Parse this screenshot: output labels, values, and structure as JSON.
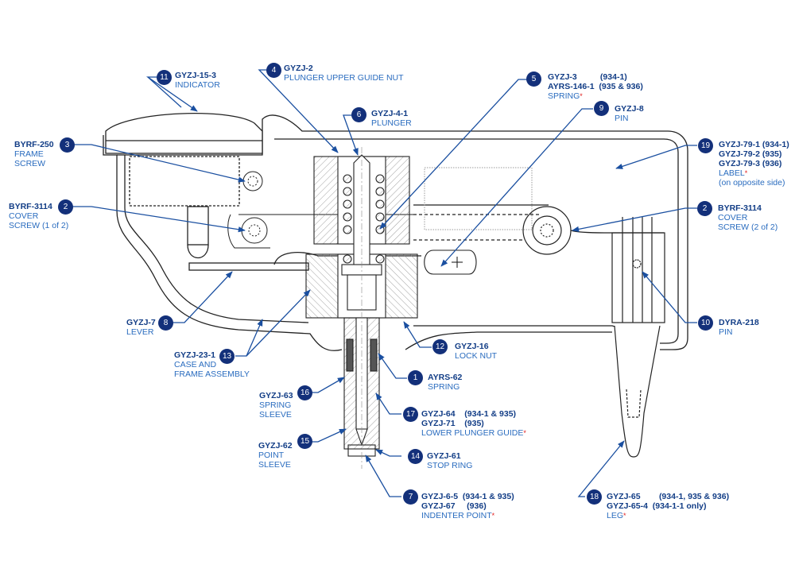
{
  "title": "Durometer exploded cross-section parts diagram",
  "colors": {
    "badge": "#13307a",
    "part_number": "#123d86",
    "description": "#2a6cbf",
    "leader": "#1a4fa0",
    "asterisk": "#e02020",
    "line_art": "#222222"
  },
  "callouts": {
    "c11": {
      "num": "11",
      "lines": [
        "GYZJ-15-3"
      ],
      "desc": [
        "INDICATOR"
      ]
    },
    "c4": {
      "num": "4",
      "lines": [
        "GYZJ-2"
      ],
      "desc": [
        "PLUNGER UPPER GUIDE NUT"
      ]
    },
    "c5": {
      "num": "5",
      "lines": [
        "GYZJ-3          (934-1)",
        "AYRS-146-1  (935 & 936)"
      ],
      "desc": [
        "SPRING"
      ],
      "asterisk": "*"
    },
    "c6": {
      "num": "6",
      "lines": [
        "GYZJ-4-1"
      ],
      "desc": [
        "PLUNGER"
      ]
    },
    "c9": {
      "num": "9",
      "lines": [
        "GYZJ-8"
      ],
      "desc": [
        "PIN"
      ]
    },
    "c19": {
      "num": "19",
      "lines": [
        "GYZJ-79-1 (934-1)",
        "GYZJ-79-2 (935)",
        "GYZJ-79-3 (936)"
      ],
      "desc": [
        "LABEL",
        "(on opposite side)"
      ],
      "asterisk": "*"
    },
    "c3": {
      "num": "3",
      "lines": [
        "BYRF-250"
      ],
      "desc": [
        "FRAME",
        "SCREW"
      ]
    },
    "c2a": {
      "num": "2",
      "lines": [
        "BYRF-3114"
      ],
      "desc": [
        "COVER",
        "SCREW (1 of 2)"
      ]
    },
    "c2b": {
      "num": "2",
      "lines": [
        "BYRF-3114"
      ],
      "desc": [
        "COVER",
        "SCREW (2 of 2)"
      ]
    },
    "c10": {
      "num": "10",
      "lines": [
        "DYRA-218"
      ],
      "desc": [
        "PIN"
      ]
    },
    "c8": {
      "num": "8",
      "lines": [
        "GYZJ-7"
      ],
      "desc": [
        "LEVER"
      ]
    },
    "c13": {
      "num": "13",
      "lines": [
        "GYZJ-23-1"
      ],
      "desc": [
        "CASE AND",
        "FRAME ASSEMBLY"
      ]
    },
    "c12": {
      "num": "12",
      "lines": [
        "GYZJ-16"
      ],
      "desc": [
        "LOCK NUT"
      ]
    },
    "c1": {
      "num": "1",
      "lines": [
        "AYRS-62"
      ],
      "desc": [
        "SPRING"
      ]
    },
    "c16": {
      "num": "16",
      "lines": [
        "GYZJ-63"
      ],
      "desc": [
        "SPRING",
        "SLEEVE"
      ]
    },
    "c17": {
      "num": "17",
      "lines": [
        "GYZJ-64    (934-1 & 935)",
        "GYZJ-71    (935)"
      ],
      "desc": [
        "LOWER PLUNGER GUIDE"
      ],
      "asterisk": "*"
    },
    "c15": {
      "num": "15",
      "lines": [
        "GYZJ-62"
      ],
      "desc": [
        "POINT",
        "SLEEVE"
      ]
    },
    "c14": {
      "num": "14",
      "lines": [
        "GYZJ-61"
      ],
      "desc": [
        "STOP RING"
      ]
    },
    "c7": {
      "num": "7",
      "lines": [
        "GYZJ-6-5  (934-1 & 935)",
        "GYZJ-67     (936)"
      ],
      "desc": [
        "INDENTER POINT"
      ],
      "asterisk": "*"
    },
    "c18": {
      "num": "18",
      "lines": [
        "GYZJ-65        (934-1, 935 & 936)",
        "GYZJ-65-4  (934-1-1 only)"
      ],
      "desc": [
        "LEG"
      ],
      "asterisk": "*"
    }
  }
}
